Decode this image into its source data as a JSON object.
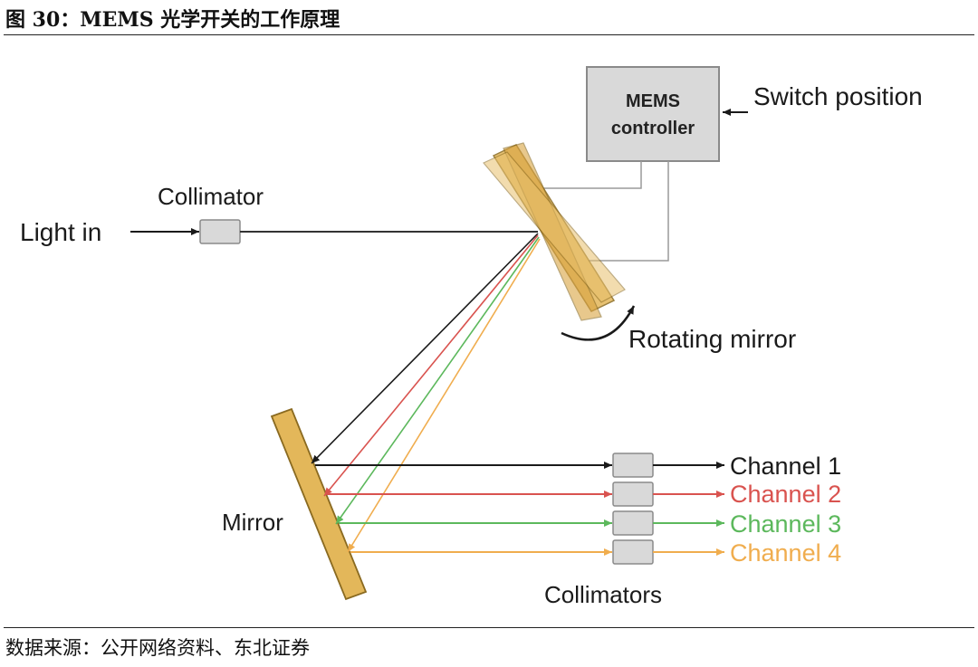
{
  "figure_title": "图 30：MEMS 光学开关的工作原理",
  "source_note": "数据来源：公开网络资料、东北证券",
  "diagram": {
    "controller_line1": "MEMS",
    "controller_line2": "controller",
    "switch_position": "Switch position",
    "collimator": "Collimator",
    "light_in": "Light in",
    "rotating_mirror": "Rotating mirror",
    "mirror": "Mirror",
    "collimators": "Collimators",
    "channels": [
      {
        "label": "Channel 1",
        "color": "#1a1a1a"
      },
      {
        "label": "Channel 2",
        "color": "#d9534f"
      },
      {
        "label": "Channel 3",
        "color": "#5cb85c"
      },
      {
        "label": "Channel 4",
        "color": "#f0ad4e"
      }
    ],
    "mirror_fill": "#e3b75a",
    "box_fill": "#d9d9d9"
  }
}
